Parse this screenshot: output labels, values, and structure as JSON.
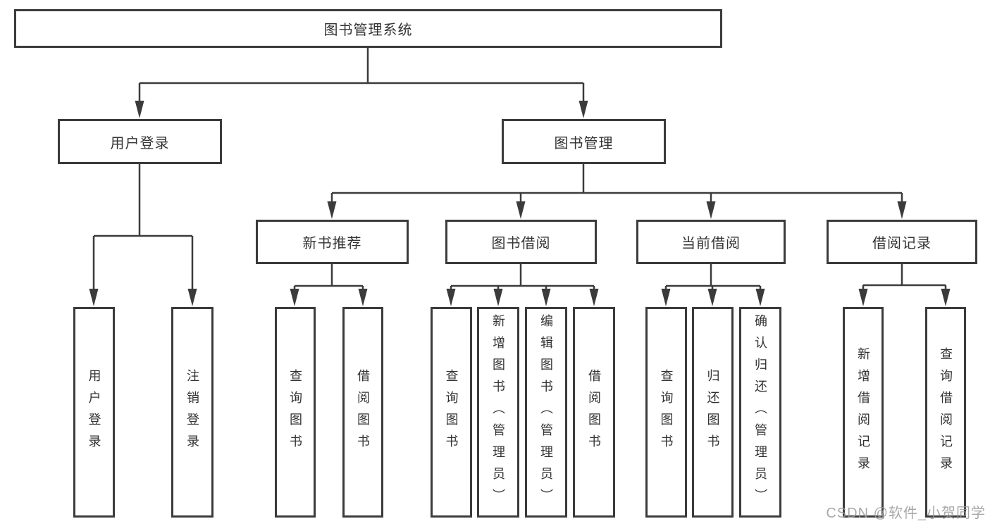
{
  "title": "图书管理系统",
  "colors": {
    "line": "#3b3b3b",
    "text": "#333333",
    "box_bg": "#ffffff",
    "bg": "#ffffff",
    "watermark": "#9a9a9a"
  },
  "tree": {
    "label": "图书管理系统",
    "children": [
      {
        "label": "用户登录",
        "children": [
          {
            "label": "用户登录"
          },
          {
            "label": "注销登录"
          }
        ]
      },
      {
        "label": "图书管理",
        "children": [
          {
            "label": "新书推荐",
            "children": [
              {
                "label": "查询图书"
              },
              {
                "label": "借阅图书"
              }
            ]
          },
          {
            "label": "图书借阅",
            "children": [
              {
                "label": "查询图书"
              },
              {
                "label": "新增图书（管理员）"
              },
              {
                "label": "编辑图书（管理员）"
              },
              {
                "label": "借阅图书"
              }
            ]
          },
          {
            "label": "当前借阅",
            "children": [
              {
                "label": "查询图书"
              },
              {
                "label": "归还图书"
              },
              {
                "label": "确认归还（管理员）"
              }
            ]
          },
          {
            "label": "借阅记录",
            "children": [
              {
                "label": "新增借阅记录"
              },
              {
                "label": "查询借阅记录"
              }
            ]
          }
        ]
      }
    ]
  },
  "watermark": {
    "text": "CSDN @软件_小贺同学"
  }
}
